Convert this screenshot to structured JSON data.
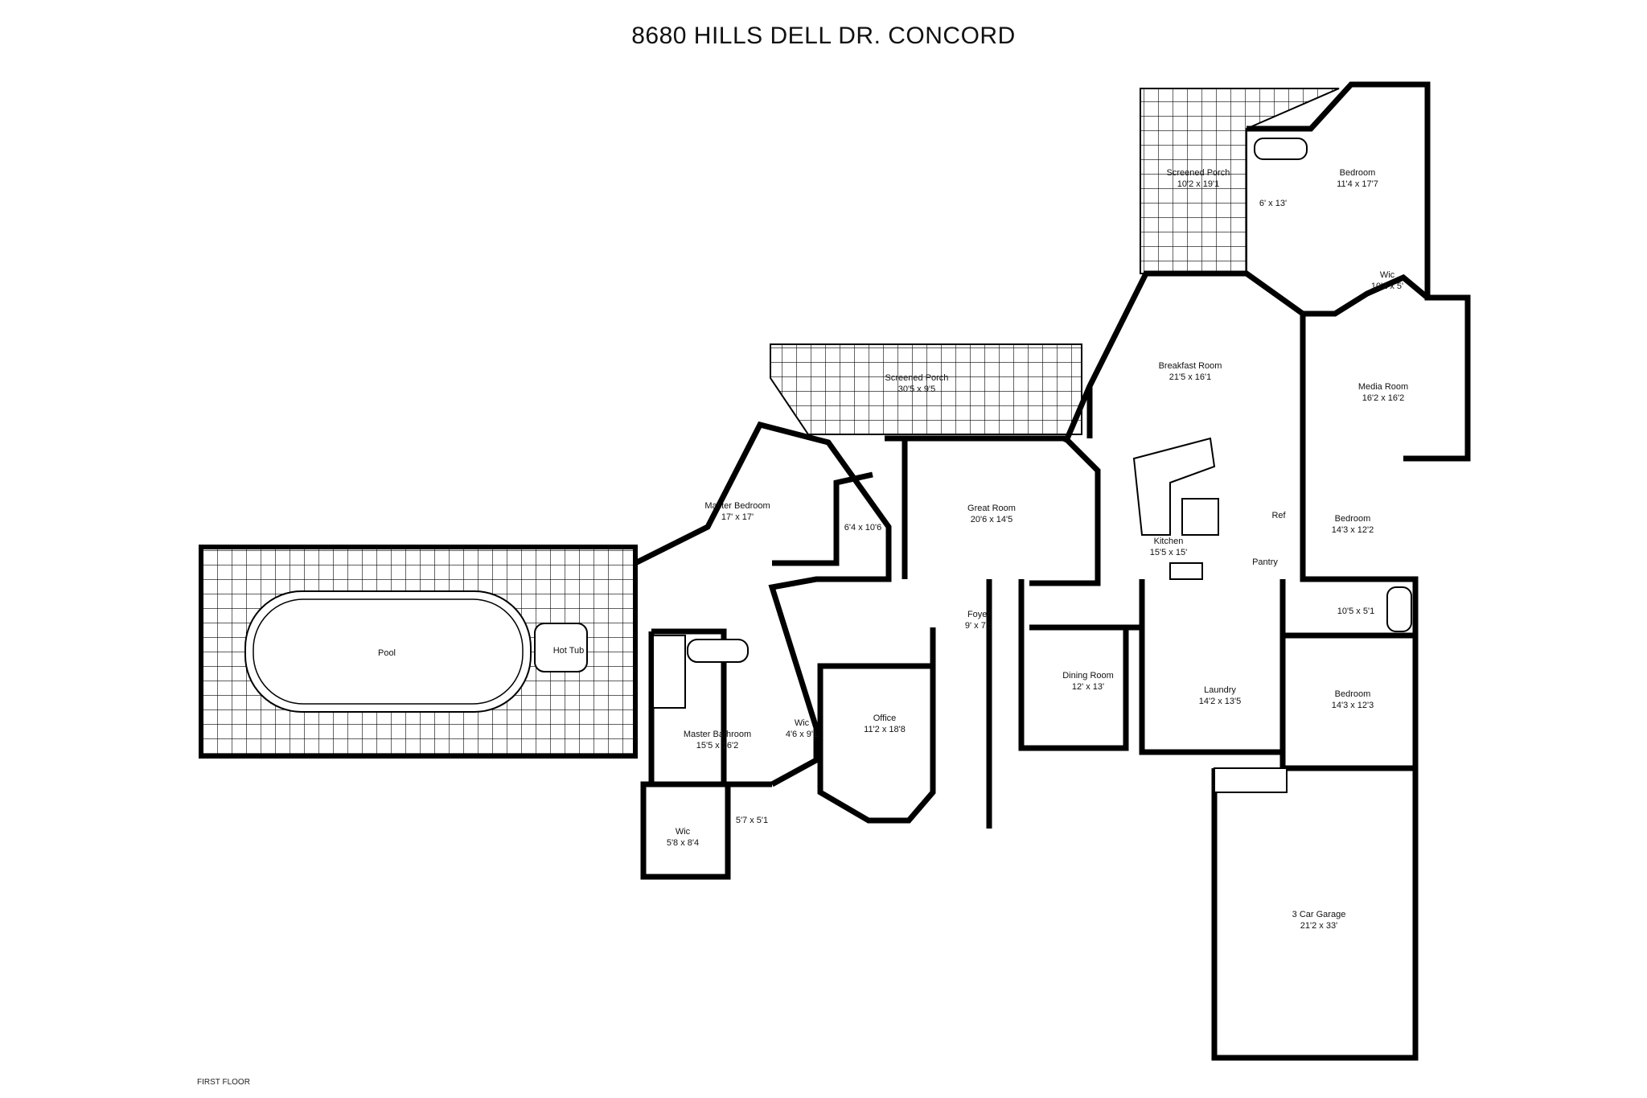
{
  "title": "8680 HILLS DELL DR. CONCORD",
  "floor_label": "FIRST FLOOR",
  "rooms": [
    {
      "name": "Screened Porch",
      "dim": "10'2 x 19'1"
    },
    {
      "name": "6' x 13'",
      "dim": ""
    },
    {
      "name": "Bedroom",
      "dim": "11'4 x 17'7"
    },
    {
      "name": "Wic",
      "dim": "10'2 x 5'"
    },
    {
      "name": "Screened Porch",
      "dim": "30'5 x 9'5"
    },
    {
      "name": "Breakfast Room",
      "dim": "21'5 x 16'1"
    },
    {
      "name": "Media Room",
      "dim": "16'2 x 16'2"
    },
    {
      "name": "Master Bedroom",
      "dim": "17' x 17'"
    },
    {
      "name": "6'4 x 10'6",
      "dim": ""
    },
    {
      "name": "Great Room",
      "dim": "20'6 x 14'5"
    },
    {
      "name": "Ref",
      "dim": ""
    },
    {
      "name": "Bedroom",
      "dim": "14'3 x 12'2"
    },
    {
      "name": "Kitchen",
      "dim": "15'5 x 15'"
    },
    {
      "name": "Pantry",
      "dim": ""
    },
    {
      "name": "Foyer",
      "dim": "9' x 7'5"
    },
    {
      "name": "10'5 x 5'1",
      "dim": ""
    },
    {
      "name": "Pool",
      "dim": ""
    },
    {
      "name": "Hot Tub",
      "dim": ""
    },
    {
      "name": "Dining Room",
      "dim": "12' x 13'"
    },
    {
      "name": "Laundry",
      "dim": "14'2 x 13'5"
    },
    {
      "name": "Bedroom",
      "dim": "14'3 x 12'3"
    },
    {
      "name": "Office",
      "dim": "11'2 x 18'8"
    },
    {
      "name": "Wic",
      "dim": "4'6 x 9'1"
    },
    {
      "name": "Master Bathroom",
      "dim": "15'5 x 16'2"
    },
    {
      "name": "Wic",
      "dim": "5'8 x 8'4"
    },
    {
      "name": "5'7 x 5'1",
      "dim": ""
    },
    {
      "name": "3 Car Garage",
      "dim": "21'2 x 33'"
    }
  ]
}
